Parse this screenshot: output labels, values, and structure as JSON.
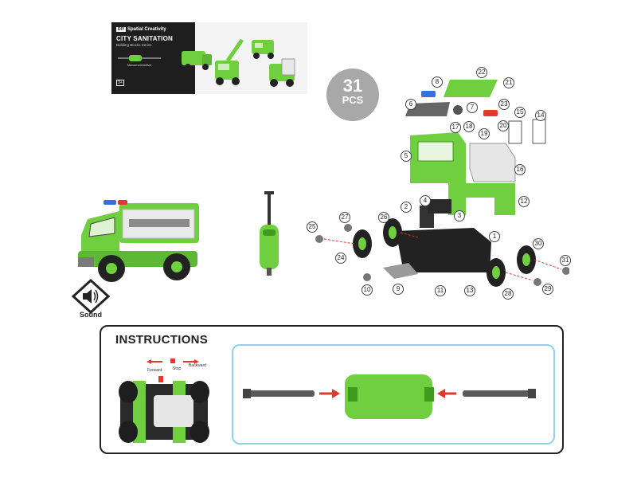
{
  "package": {
    "brand_tag": "DIY",
    "brand": "Spatial Creativity",
    "title": "CITY SANITATION",
    "series": "Building Blocks Series",
    "manual_note": "Manual screwdriver",
    "age": "3+"
  },
  "badge": {
    "number": "31",
    "unit": "PCS"
  },
  "part_numbers": [
    "1",
    "2",
    "3",
    "4",
    "5",
    "6",
    "7",
    "8",
    "9",
    "10",
    "11",
    "12",
    "13",
    "14",
    "15",
    "16",
    "17",
    "18",
    "19",
    "20",
    "21",
    "22",
    "23",
    "24",
    "25",
    "26",
    "27",
    "28",
    "29",
    "30",
    "31"
  ],
  "sound_label": "Sound",
  "instructions": {
    "title": "INSTRUCTIONS",
    "forward": "Forward",
    "stop": "Stop",
    "backward": "Backward"
  },
  "colors": {
    "green": "#6fcf3e",
    "dark_green": "#3f9a1e",
    "black": "#222222",
    "grey": "#a8a8a8",
    "light_blue": "#8fd3ec",
    "red_arrow": "#e03a2e"
  }
}
